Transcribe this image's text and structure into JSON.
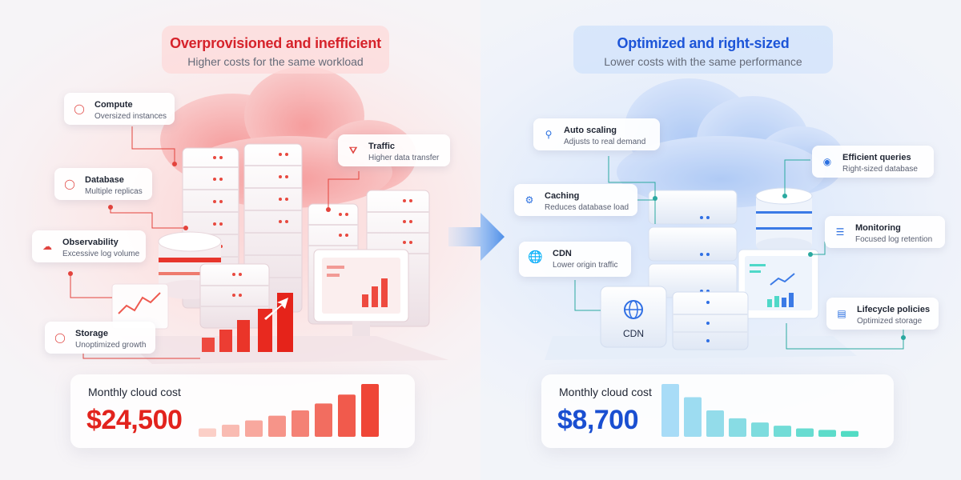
{
  "before": {
    "title": "Overprovisioned and inefficient",
    "subtitle": "Higher costs for the same workload",
    "callouts": [
      {
        "title": "Compute",
        "desc": "Oversized instances",
        "icon": "compute-icon"
      },
      {
        "title": "Database",
        "desc": "Multiple replicas",
        "icon": "database-icon"
      },
      {
        "title": "Observability",
        "desc": "Excessive log volume",
        "icon": "cloud-upload-icon"
      },
      {
        "title": "Storage",
        "desc": "Unoptimized growth",
        "icon": "storage-icon"
      },
      {
        "title": "Traffic",
        "desc": "Higher data transfer",
        "icon": "shield-icon"
      }
    ],
    "cost_label": "Monthly cloud cost",
    "cost_value": "$24,500",
    "color": "#e2231d"
  },
  "after": {
    "title": "Optimized and right-sized",
    "subtitle": "Lower costs with the same performance",
    "callouts": [
      {
        "title": "Auto scaling",
        "desc": "Adjusts to real demand",
        "icon": "magnifier-icon"
      },
      {
        "title": "Caching",
        "desc": "Reduces database load",
        "icon": "cache-icon"
      },
      {
        "title": "CDN",
        "desc": "Lower origin traffic",
        "icon": "globe-icon"
      },
      {
        "title": "Efficient queries",
        "desc": "Right-sized database",
        "icon": "query-icon"
      },
      {
        "title": "Monitoring",
        "desc": "Focused log retention",
        "icon": "layers-icon"
      },
      {
        "title": "Lifecycle policies",
        "desc": "Optimized storage",
        "icon": "document-icon"
      }
    ],
    "cdn_label": "CDN",
    "cost_label": "Monthly cloud cost",
    "cost_value": "$8,700",
    "color": "#1a4fd1"
  },
  "colors": {
    "before_accent": "#e2231d",
    "after_accent": "#1a4fd1",
    "after_chart": "#4fd8c8",
    "arrow": "#4f8fe8"
  },
  "trend": {
    "before_relative_heights": [
      0.16,
      0.23,
      0.31,
      0.4,
      0.5,
      0.63,
      0.8,
      1.0
    ],
    "after_relative_heights": [
      1.0,
      0.75,
      0.5,
      0.35,
      0.27,
      0.21,
      0.16,
      0.13,
      0.11
    ]
  }
}
